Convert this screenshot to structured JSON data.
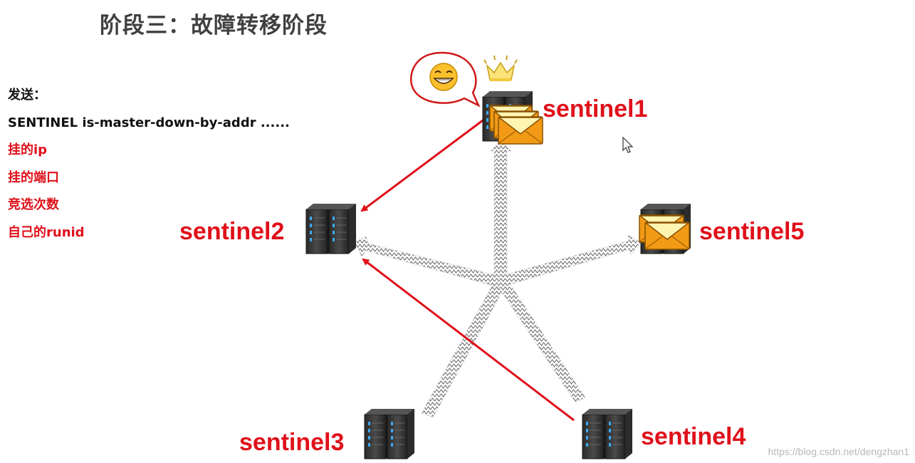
{
  "title": "阶段三：故障转移阶段",
  "left_panel": {
    "send_label": "发送：",
    "command": "SENTINEL is-master-down-by-addr ......",
    "params": [
      "挂的ip",
      "挂的端口",
      "竞选次数",
      "自己的runid"
    ]
  },
  "nodes": {
    "sentinel1": "sentinel1",
    "sentinel2": "sentinel2",
    "sentinel3": "sentinel3",
    "sentinel4": "sentinel4",
    "sentinel5": "sentinel5"
  },
  "icons": {
    "leader_badge": "crown-icon",
    "emotion": "grinning-face-icon",
    "message": "envelope-icon",
    "server": "server-rack-icon"
  },
  "colors": {
    "accent_red": "#e0101a",
    "title_gray": "#404040",
    "envelope_orange": "#f29a16"
  },
  "watermark": "https://blog.csdn.net/dengzhan1"
}
